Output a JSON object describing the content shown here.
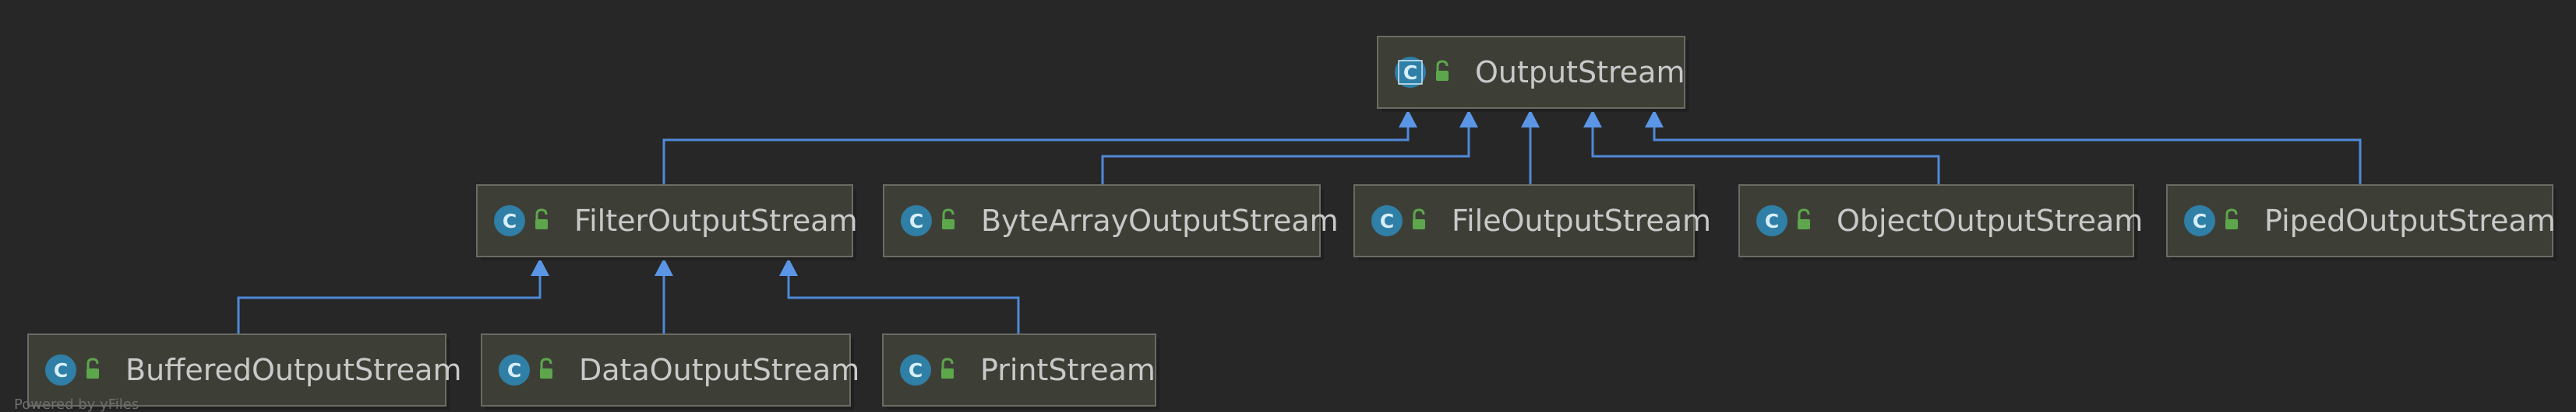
{
  "diagram": {
    "background": "#272727",
    "edge_color": "#4f89d8",
    "nodes": [
      {
        "id": "OutputStream",
        "label": "OutputStream",
        "kind": "class",
        "abstract": true
      },
      {
        "id": "FilterOutputStream",
        "label": "FilterOutputStream",
        "kind": "class"
      },
      {
        "id": "ByteArrayOutputStream",
        "label": "ByteArrayOutputStream",
        "kind": "class"
      },
      {
        "id": "FileOutputStream",
        "label": "FileOutputStream",
        "kind": "class"
      },
      {
        "id": "ObjectOutputStream",
        "label": "ObjectOutputStream",
        "kind": "class"
      },
      {
        "id": "PipedOutputStream",
        "label": "PipedOutputStream",
        "kind": "class"
      },
      {
        "id": "BufferedOutputStream",
        "label": "BufferedOutputStream",
        "kind": "class"
      },
      {
        "id": "DataOutputStream",
        "label": "DataOutputStream",
        "kind": "class"
      },
      {
        "id": "PrintStream",
        "label": "PrintStream",
        "kind": "class"
      }
    ],
    "edges": [
      {
        "from": "FilterOutputStream",
        "to": "OutputStream",
        "relation": "extends"
      },
      {
        "from": "ByteArrayOutputStream",
        "to": "OutputStream",
        "relation": "extends"
      },
      {
        "from": "FileOutputStream",
        "to": "OutputStream",
        "relation": "extends"
      },
      {
        "from": "ObjectOutputStream",
        "to": "OutputStream",
        "relation": "extends"
      },
      {
        "from": "PipedOutputStream",
        "to": "OutputStream",
        "relation": "extends"
      },
      {
        "from": "BufferedOutputStream",
        "to": "FilterOutputStream",
        "relation": "extends"
      },
      {
        "from": "DataOutputStream",
        "to": "FilterOutputStream",
        "relation": "extends"
      },
      {
        "from": "PrintStream",
        "to": "FilterOutputStream",
        "relation": "extends"
      }
    ],
    "icons": {
      "class_badge": "class-c-icon",
      "visibility_badge": "public-lock-icon"
    },
    "footer_text": "Powered by yFiles"
  }
}
